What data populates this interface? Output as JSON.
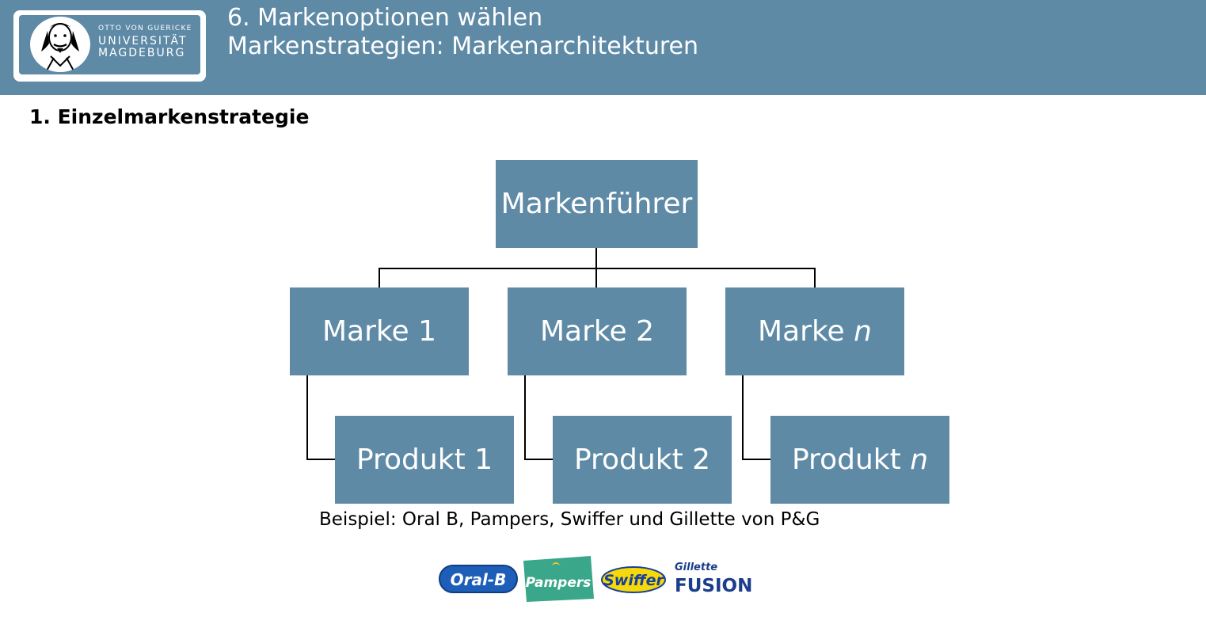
{
  "header": {
    "logo": {
      "line1": "OTTO VON GUERICKE",
      "line2": "UNIVERSITÄT",
      "line3": "MAGDEBURG"
    },
    "title_line1": "6. Markenoptionen wählen",
    "title_line2": "Markenstrategien: Markenarchitekturen"
  },
  "section_heading": "1. Einzelmarkenstrategie",
  "diagram": {
    "root": "Markenführer",
    "brands": [
      {
        "label": "Marke",
        "suffix": "1",
        "suffix_italic": false
      },
      {
        "label": "Marke",
        "suffix": "2",
        "suffix_italic": false
      },
      {
        "label": "Marke",
        "suffix": "n",
        "suffix_italic": true
      }
    ],
    "products": [
      {
        "label": "Produkt",
        "suffix": "1",
        "suffix_italic": false
      },
      {
        "label": "Produkt",
        "suffix": "2",
        "suffix_italic": false
      },
      {
        "label": "Produkt",
        "suffix": "n",
        "suffix_italic": true
      }
    ],
    "box_color": "#5e8aa6"
  },
  "example_text": "Beispiel: Oral B, Pampers, Swiffer und Gillette von P&G",
  "brand_logos": {
    "oralb": "Oral-B",
    "pampers": "Pampers",
    "swiffer": "Swiffer",
    "gillette": "Gillette",
    "fusion": "FUSION"
  }
}
